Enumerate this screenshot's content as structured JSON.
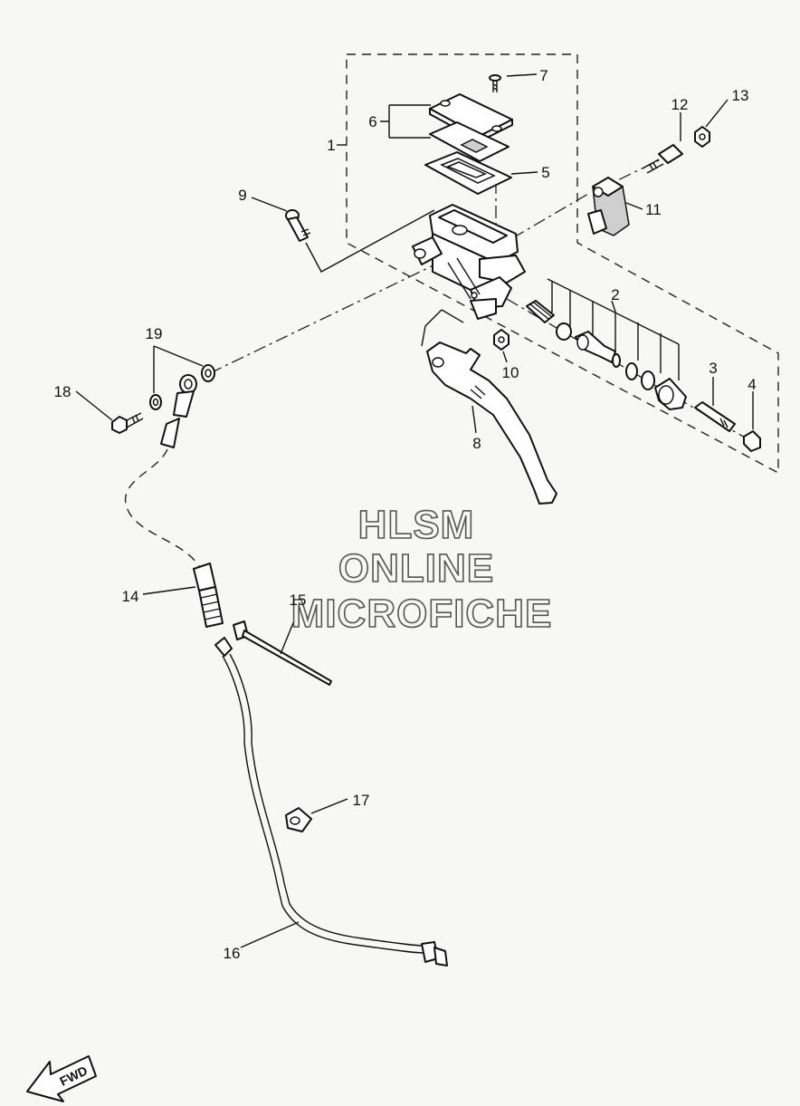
{
  "callouts": {
    "c1": "1",
    "c2": "2",
    "c3": "3",
    "c4": "4",
    "c5": "5",
    "c6": "6",
    "c7": "7",
    "c8": "8",
    "c9": "9",
    "c10": "10",
    "c11": "11",
    "c12": "12",
    "c13": "13",
    "c14": "14",
    "c15": "15",
    "c16": "16",
    "c17": "17",
    "c18": "18",
    "c19": "19"
  },
  "watermark": {
    "line1": "HLSM",
    "line2": "ONLINE",
    "line3": "MICROFICHE"
  },
  "fwd_label": "FWD"
}
